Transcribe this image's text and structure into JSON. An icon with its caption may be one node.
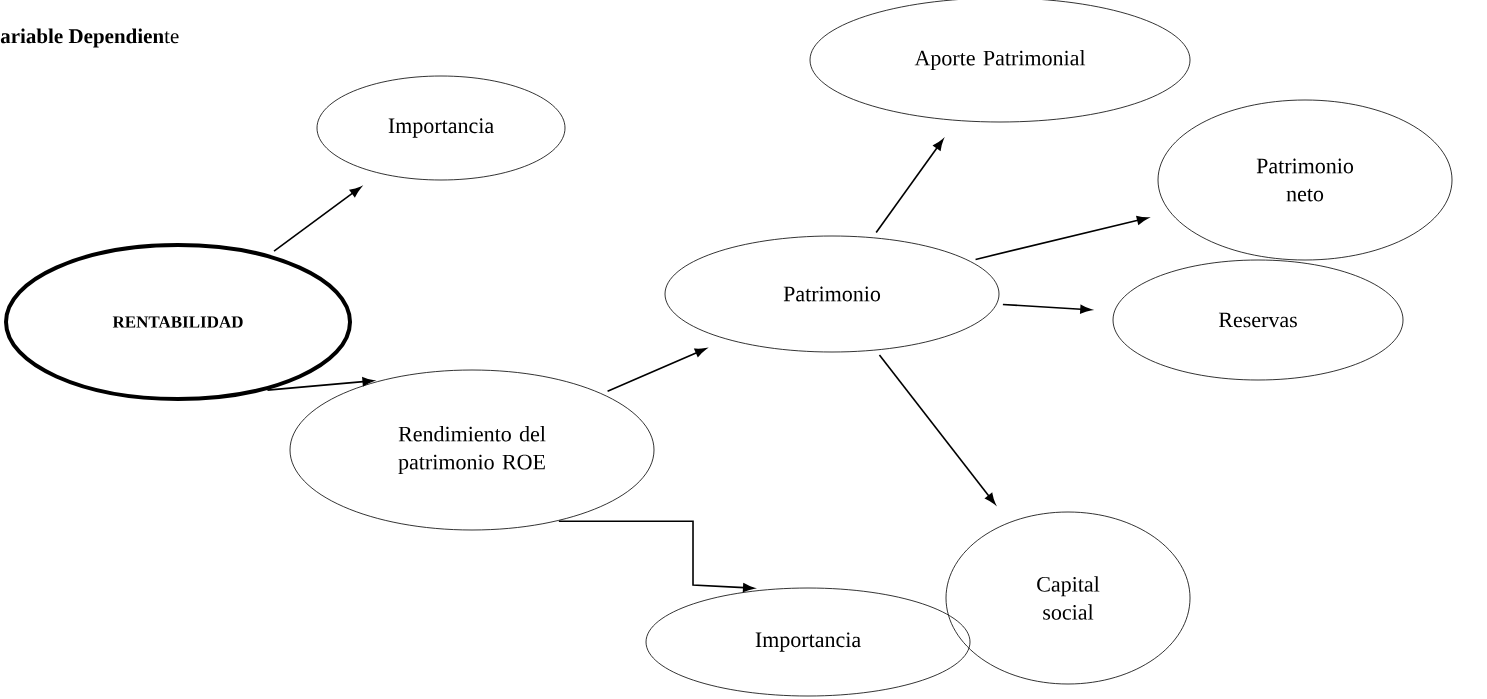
{
  "diagram": {
    "title": "**ariable Dependien**te",
    "nodes": [
      {
        "text": [
          "Aporte Patrimonial"
        ]
      },
      {
        "text": [
          "Importancia"
        ]
      },
      {
        "text": [
          "Patrimonio neto"
        ]
      },
      {
        "text": [
          "RENTABILIDAD"
        ]
      },
      {
        "text": [
          "Patrimonio"
        ]
      },
      {
        "text": [
          "Reservas"
        ]
      },
      {
        "text": [
          "Rendimiento del patrimonio ROE"
        ]
      },
      {
        "text": [
          "Capital social"
        ]
      },
      {
        "text": [
          "Importancia"
        ]
      }
    ],
    "edges": [
      {
        "from": 3,
        "to": 1,
        "arrow": "to"
      },
      {
        "from": 3,
        "to": 6,
        "arrow": "to"
      },
      {
        "from": 6,
        "to": 4,
        "arrow": "to"
      },
      {
        "from": 4,
        "to": 0,
        "arrow": "to"
      },
      {
        "from": 4,
        "to": 2,
        "arrow": "to"
      },
      {
        "from": 4,
        "to": 5,
        "arrow": "to"
      },
      {
        "from": 4,
        "to": 7,
        "arrow": "to"
      },
      {
        "from": 6,
        "to": 8,
        "arrow": "to"
      }
    ]
  }
}
